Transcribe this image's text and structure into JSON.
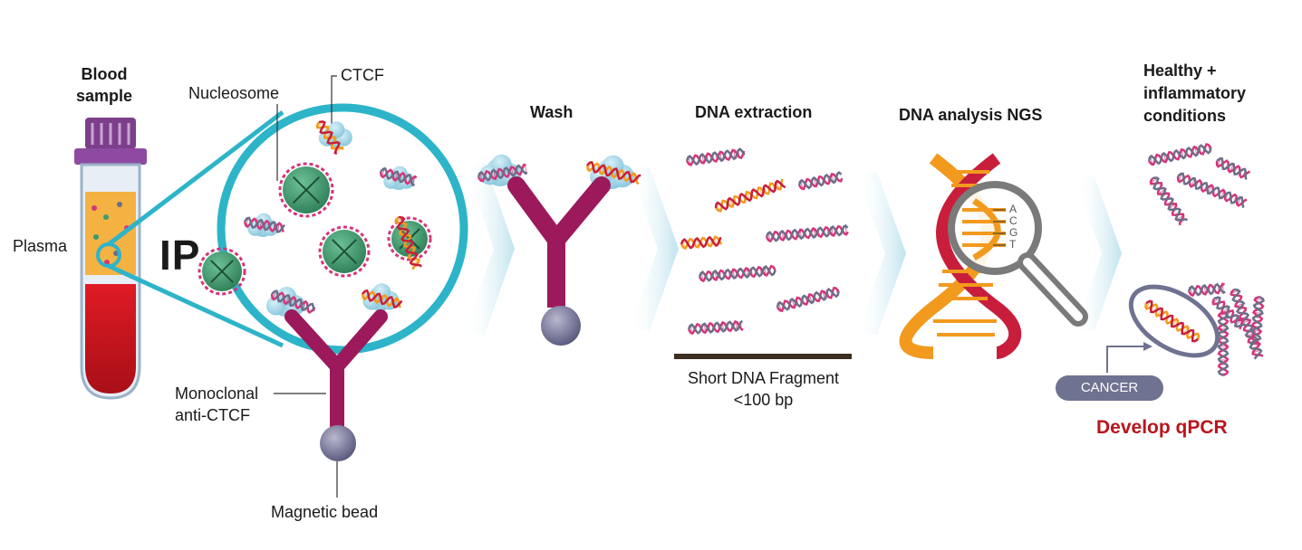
{
  "labels": {
    "blood_sample": [
      "Blood",
      "sample"
    ],
    "plasma": "Plasma",
    "nucleosome": "Nucleosome",
    "ctcf": "CTCF",
    "ip": "IP",
    "monoclonal": [
      "Monoclonal",
      "anti-CTCF"
    ],
    "magnetic_bead": "Magnetic bead",
    "wash": "Wash",
    "dna_extraction": "DNA extraction",
    "short_fragment": [
      "Short DNA Fragment",
      "<100 bp"
    ],
    "dna_analysis": "DNA analysis NGS",
    "bases": [
      "A",
      "C",
      "G",
      "T"
    ],
    "healthy": [
      "Healthy +",
      "inflammatory",
      "conditions"
    ],
    "cancer": "CANCER",
    "develop": "Develop qPCR"
  },
  "colors": {
    "antibody": "#9c1a5b",
    "bead": "#6c6a8c",
    "circle": "#2db4c9",
    "nucleosome": "#3a9a6e",
    "orange": "#f29a1e",
    "dna_red": "#c81e3c",
    "dna_pink": "#d4357a",
    "dna_gray": "#6b6f88",
    "cloud": "#9dd4e6",
    "develop_text": "#b8151d",
    "cancer_pill": "#6f7290"
  }
}
